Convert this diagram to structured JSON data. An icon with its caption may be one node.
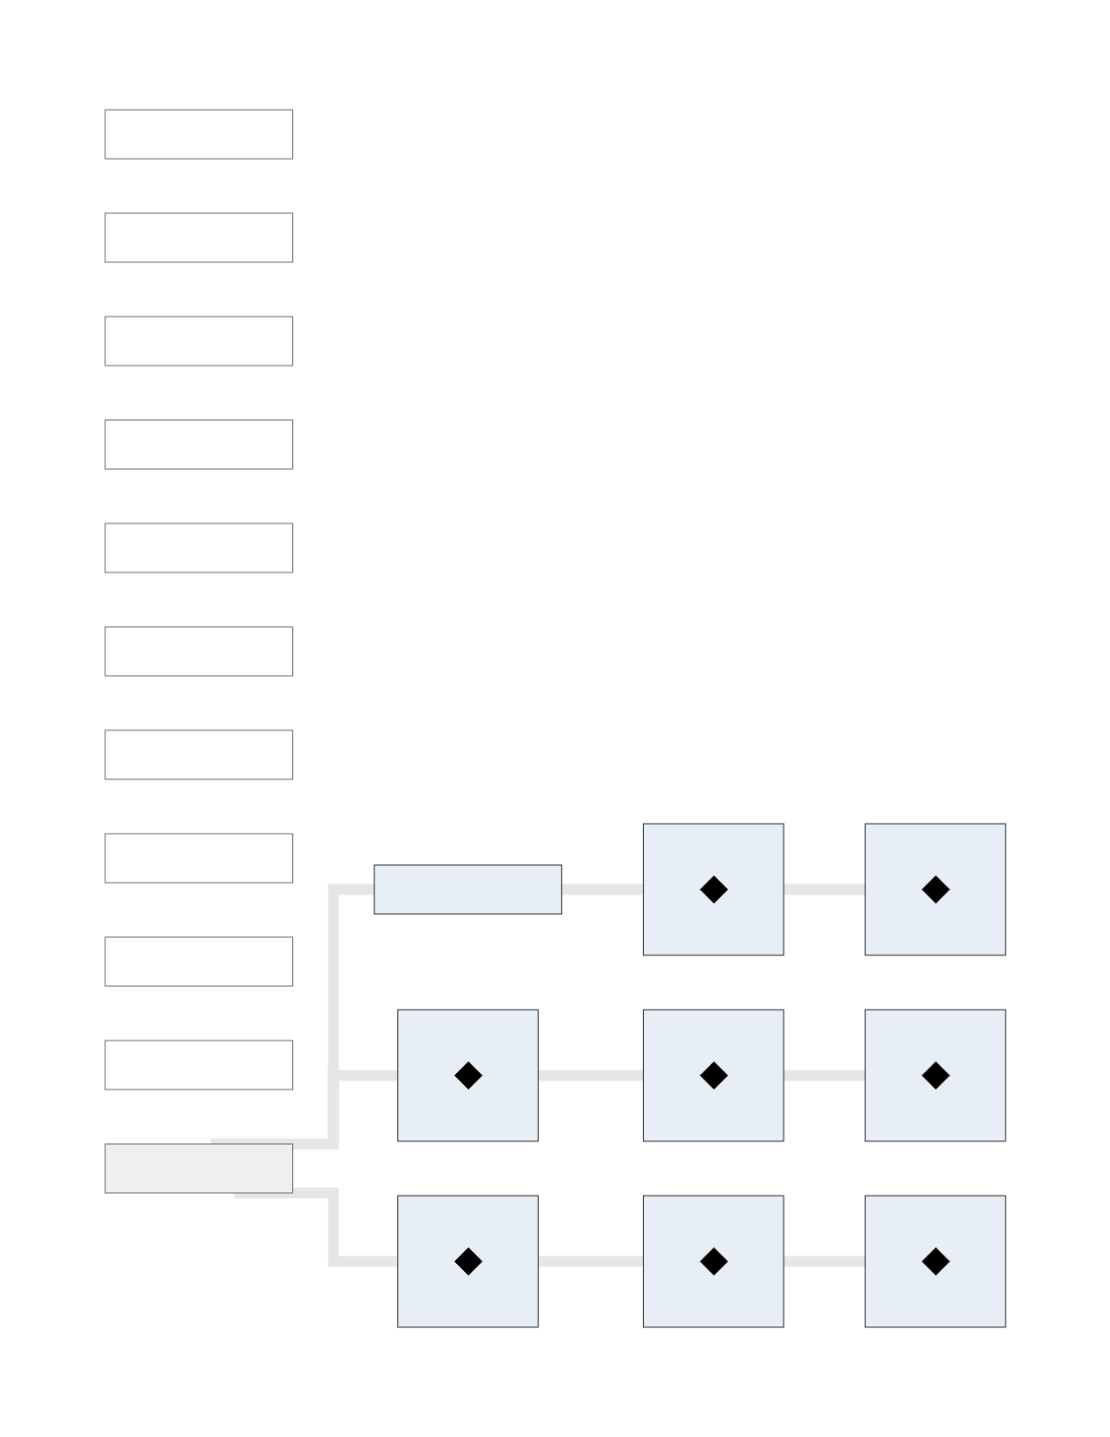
{
  "diagram": {
    "nodes": [
      {
        "text": [],
        "shape": "box"
      },
      {
        "text": [],
        "shape": "box"
      },
      {
        "text": [],
        "shape": "box"
      },
      {
        "text": [],
        "shape": "box"
      },
      {
        "text": [],
        "shape": "box"
      },
      {
        "text": [],
        "shape": "box"
      },
      {
        "text": [],
        "shape": "box"
      },
      {
        "text": [],
        "shape": "box"
      },
      {
        "text": [],
        "shape": "box"
      },
      {
        "text": [],
        "shape": "box"
      },
      {
        "text": [],
        "shape": "box"
      },
      {
        "text": [],
        "shape": "box"
      },
      {
        "text": [],
        "shape": "box"
      },
      {
        "text": [],
        "shape": "diamond",
        "in": 12
      },
      {
        "text": [],
        "shape": "box"
      },
      {
        "text": [],
        "shape": "diamond",
        "in": 14
      },
      {
        "text": [],
        "shape": "box"
      },
      {
        "text": [],
        "shape": "diamond",
        "in": 16
      },
      {
        "text": [],
        "shape": "box"
      },
      {
        "text": [],
        "shape": "diamond",
        "in": 18
      },
      {
        "text": [],
        "shape": "box"
      },
      {
        "text": [],
        "shape": "diamond",
        "in": 20
      },
      {
        "text": [],
        "shape": "box"
      },
      {
        "text": [],
        "shape": "diamond",
        "in": 22
      },
      {
        "text": [],
        "shape": "box"
      },
      {
        "text": [],
        "shape": "diamond",
        "in": 24
      },
      {
        "text": [],
        "shape": "box"
      },
      {
        "text": [],
        "shape": "diamond",
        "in": 26
      }
    ],
    "edges": [
      {
        "from": 0,
        "to": 11,
        "arrow": "none"
      },
      {
        "from": 0,
        "to": 16,
        "arrow": "none"
      },
      {
        "from": 0,
        "to": 22,
        "arrow": "none"
      },
      {
        "from": 11,
        "to": 12,
        "arrow": "none"
      },
      {
        "from": 12,
        "to": 14,
        "arrow": "none"
      },
      {
        "from": 16,
        "to": 18,
        "arrow": "none"
      },
      {
        "from": 18,
        "to": 20,
        "arrow": "none"
      },
      {
        "from": 22,
        "to": 24,
        "arrow": "none"
      },
      {
        "from": 24,
        "to": 26,
        "arrow": "none"
      }
    ]
  }
}
